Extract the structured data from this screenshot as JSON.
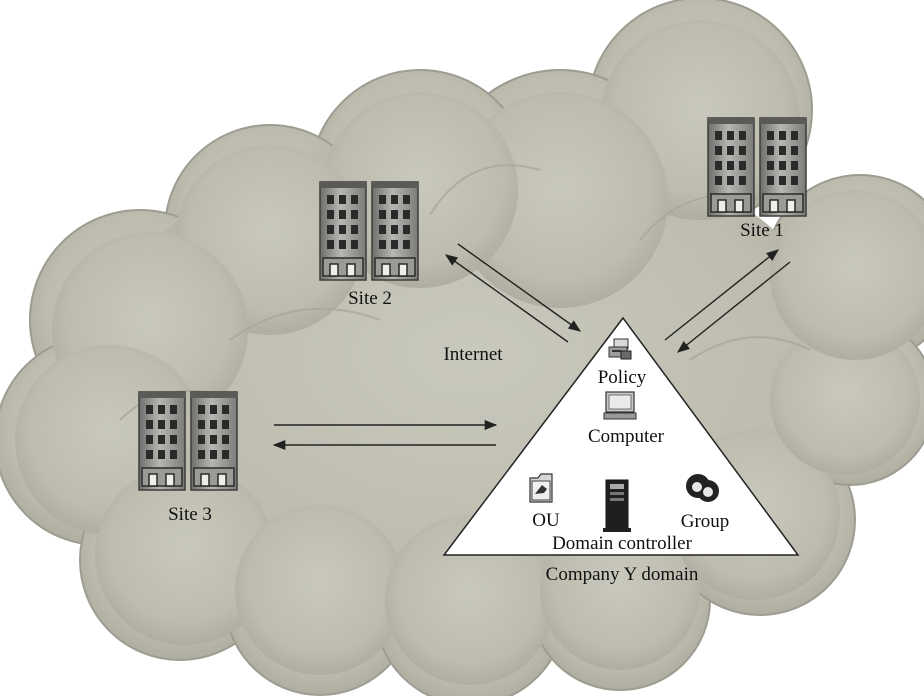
{
  "sites": {
    "site1": "Site 1",
    "site2": "Site 2",
    "site3": "Site 3"
  },
  "network_label": "Internet",
  "domain": {
    "name": "Company Y domain",
    "items": {
      "policy": "Policy",
      "computer": "Computer",
      "ou": "OU",
      "group": "Group",
      "domain_controller": "Domain controller"
    }
  },
  "colors": {
    "cloud": "#c4c3b7",
    "cloud_shadow": "#a3a295",
    "building": "#8f8f8c",
    "window": "#2a2a2a",
    "triangle_fill": "#ffffff",
    "line": "#222222"
  }
}
